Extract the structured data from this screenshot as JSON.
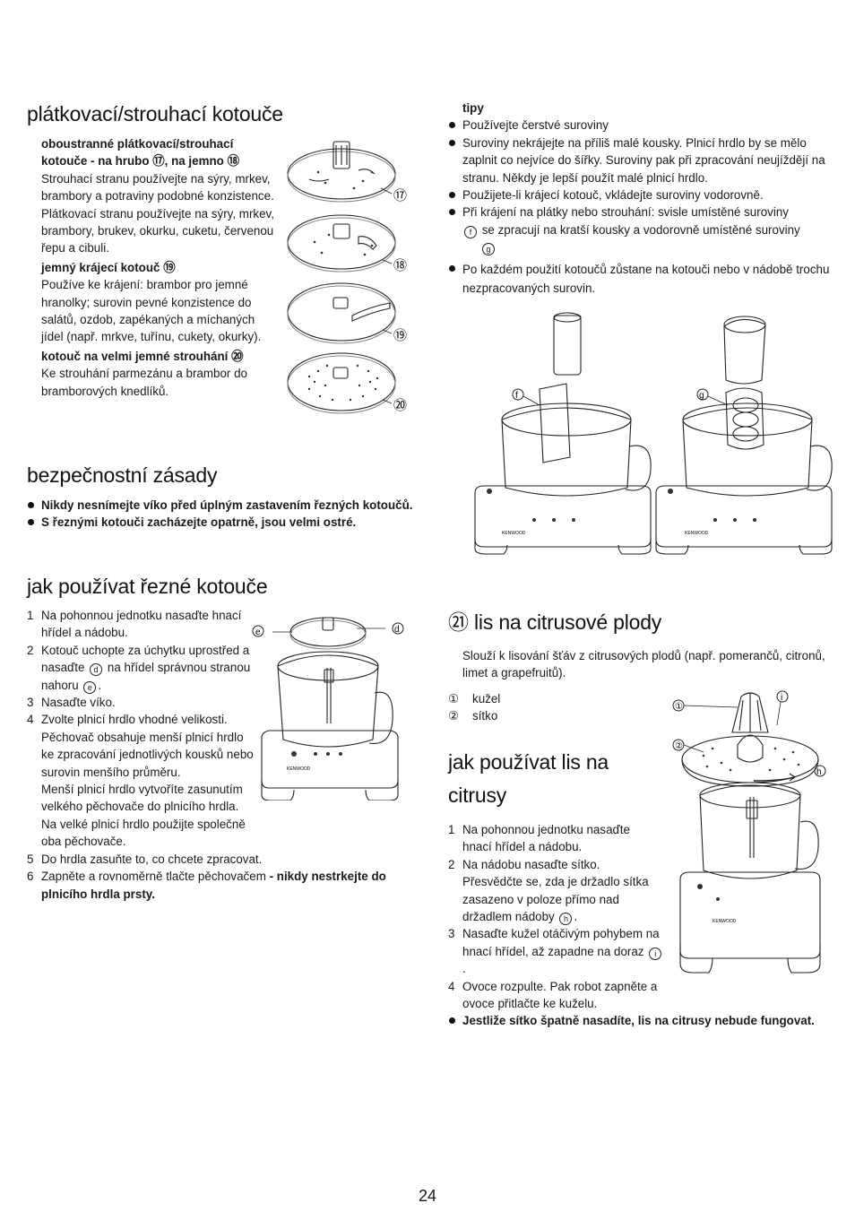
{
  "s1": {
    "title": "plátkovací/strouhací kotouče",
    "h1": "oboustranné plátkovací/strouhací kotouče - na hrubo ⑰, na jemno ⑱",
    "p1": "Strouhací stranu používejte na sýry, mrkev, brambory a potraviny podobné konzistence.",
    "p2": "Plátkovací stranu používejte na sýry, mrkev, brambory, brukev, okurku, cuketu, červenou řepu a cibuli.",
    "h2": "jemný krájecí kotouč ⑲",
    "p3": "Používe ke krájení: brambor pro jemné hranolky; surovin pevné konzistence do salátů, ozdob, zapékaných a míchaných jídel (např. mrkve, tuřínu, cukety, okurky).",
    "h3": "kotouč na velmi jemné strouhání ⑳",
    "p4": "Ke strouhání parmezánu a brambor do bramborových knedlíků.",
    "labels": [
      "⑰",
      "⑱",
      "⑲",
      "⑳"
    ]
  },
  "s2": {
    "title": "bezpečnostní zásady",
    "items": [
      "Nikdy nesnímejte víko před úplným zastavením řezných kotoučů.",
      "S řeznými kotouči zacházejte opatrně, jsou velmi ostré."
    ]
  },
  "s3": {
    "title": "jak používat řezné kotouče",
    "i1a": "Na pohonnou jednotku nasaďte hnací hřídel a nádobu.",
    "i2a": "Kotouč uchopte za úchytku uprostřed a nasaďte",
    "i2b": "na hřídel správnou stranou nahoru",
    "i3": "Nasaďte víko.",
    "i4a": "Zvolte plnicí hrdlo vhodné velikosti. Pěchovač obsahuje menší plnicí hrdlo ke zpracování jednotlivých kousků nebo surovin menšího průměru.",
    "i4b": "Menší plnicí hrdlo vytvoříte zasunutím velkého pěchovače do plnicího hrdla. Na velké plnicí hrdlo použijte společně oba pěchovače.",
    "i5": "Do hrdla zasuňte to, co chcete zpracovat.",
    "i6a": "Zapněte a rovnoměrně tlačte pěchovačem",
    "i6b": "- nikdy nestrkejte do plnicího hrdla prsty.",
    "ref_d": "d",
    "ref_e": "e"
  },
  "tips": {
    "title": "tipy",
    "t1": "Používejte čerstvé suroviny",
    "t2": "Suroviny nekrájejte na příliš malé kousky. Plnicí hrdlo by se mělo zaplnit co nejvíce do šířky. Suroviny pak při zpracování neujíždějí na stranu. Někdy je lepší použít malé plnicí hrdlo.",
    "t3": "Použijete-li krájecí kotouč, vkládejte suroviny vodorovně.",
    "t4a": "Při krájení na plátky nebo strouhání: svisle umístěné suroviny",
    "t4b": "se zpracují na kratší kousky a vodorovně umístěné suroviny",
    "t5": "Po každém použití kotoučů zůstane na kotouči nebo v nádobě trochu nezpracovaných surovin.",
    "ref_f": "f",
    "ref_g": "g",
    "brand": "KENWOOD"
  },
  "s4": {
    "num": "㉑",
    "title": "lis na citrusové plody",
    "desc": "Slouží k lisování šťáv z citrusových plodů (např. pomerančů, citronů, limet a grapefruitů).",
    "part1_num": "①",
    "part1": "kužel",
    "part2_num": "②",
    "part2": "sítko"
  },
  "s5": {
    "title1": "jak používat lis na",
    "title2": "citrusy",
    "i1": "Na pohonnou jednotku nasaďte hnací hřídel a nádobu.",
    "i2a": "Na nádobu nasaďte sítko.",
    "i2b": "Přesvědčte se, zda je držadlo sítka zasazeno v poloze přímo nad držadlem nádoby",
    "i3a": "Nasaďte kužel otáčivým pohybem na hnací hřídel, až zapadne na doraz",
    "i4": "Ovoce rozpulte. Pak robot zapněte a ovoce přitlačte ke kuželu.",
    "warn": "Jestliže sítko špatně nasadíte, lis na citrusy nebude fungovat.",
    "ref_h": "h",
    "ref_i": "i"
  },
  "page_number": "24"
}
